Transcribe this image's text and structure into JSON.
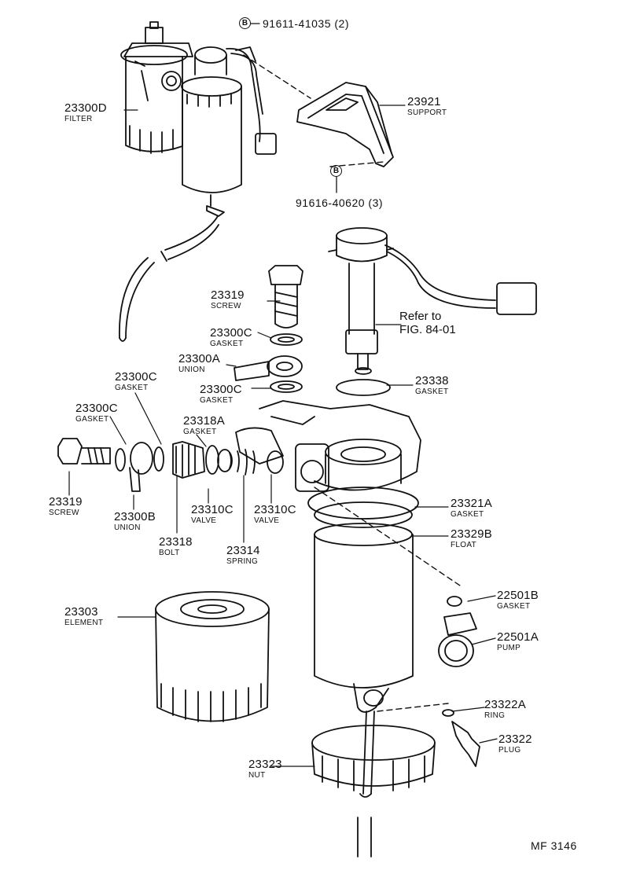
{
  "diagram_code": "MF  3146",
  "fasteners": {
    "top": {
      "marker": "B",
      "part": "91611-41035 (2)"
    },
    "bottom": {
      "marker": "B",
      "part": "91616-40620 (3)"
    }
  },
  "reference": {
    "line1": "Refer to",
    "line2": "FIG. 84-01"
  },
  "parts": [
    {
      "key": "filter",
      "number": "23300D",
      "name": "FILTER"
    },
    {
      "key": "support",
      "number": "23921",
      "name": "SUPPORT"
    },
    {
      "key": "screw_top",
      "number": "23319",
      "name": "SCREW"
    },
    {
      "key": "gasket_top",
      "number": "23300C",
      "name": "GASKET"
    },
    {
      "key": "union_top",
      "number": "23300A",
      "name": "UNION"
    },
    {
      "key": "gasket_mid",
      "number": "23300C",
      "name": "GASKET"
    },
    {
      "key": "gasket_338",
      "number": "23338",
      "name": "GASKET"
    },
    {
      "key": "gasket_left1",
      "number": "23300C",
      "name": "GASKET"
    },
    {
      "key": "gasket_left2",
      "number": "23300C",
      "name": "GASKET"
    },
    {
      "key": "gasket_318a",
      "number": "23318A",
      "name": "GASKET"
    },
    {
      "key": "screw_left",
      "number": "23319",
      "name": "SCREW"
    },
    {
      "key": "union_left",
      "number": "23300B",
      "name": "UNION"
    },
    {
      "key": "valve_1",
      "number": "23310C",
      "name": "VALVE"
    },
    {
      "key": "valve_2",
      "number": "23310C",
      "name": "VALVE"
    },
    {
      "key": "bolt",
      "number": "23318",
      "name": "BOLT"
    },
    {
      "key": "spring",
      "number": "23314",
      "name": "SPRING"
    },
    {
      "key": "gasket_321a",
      "number": "23321A",
      "name": "GASKET"
    },
    {
      "key": "float",
      "number": "23329B",
      "name": "FLOAT"
    },
    {
      "key": "element",
      "number": "23303",
      "name": "ELEMENT"
    },
    {
      "key": "gasket_501b",
      "number": "22501B",
      "name": "GASKET"
    },
    {
      "key": "pump",
      "number": "22501A",
      "name": "PUMP"
    },
    {
      "key": "ring",
      "number": "23322A",
      "name": "RING"
    },
    {
      "key": "plug",
      "number": "23322",
      "name": "PLUG"
    },
    {
      "key": "nut",
      "number": "23323",
      "name": "NUT"
    }
  ]
}
